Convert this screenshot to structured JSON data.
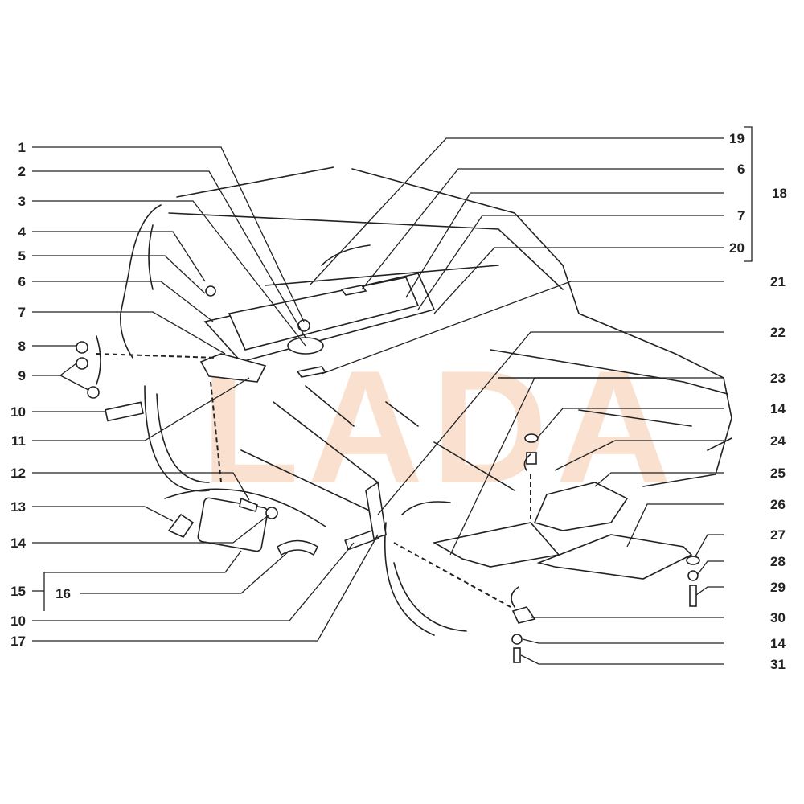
{
  "diagram": {
    "watermark": "LADA",
    "colors": {
      "watermark": "#f6c8a8",
      "ink": "#222222"
    },
    "labels_left": [
      {
        "num": "1"
      },
      {
        "num": "2"
      },
      {
        "num": "3"
      },
      {
        "num": "4"
      },
      {
        "num": "5"
      },
      {
        "num": "6"
      },
      {
        "num": "7"
      },
      {
        "num": "8"
      },
      {
        "num": "9"
      },
      {
        "num": "10"
      },
      {
        "num": "11"
      },
      {
        "num": "12"
      },
      {
        "num": "13"
      },
      {
        "num": "14"
      },
      {
        "num": "15"
      },
      {
        "num": "16"
      },
      {
        "num": "10"
      },
      {
        "num": "17"
      }
    ],
    "labels_right": [
      {
        "num": "19"
      },
      {
        "num": "6"
      },
      {
        "num": "18"
      },
      {
        "num": "7"
      },
      {
        "num": "20"
      },
      {
        "num": "21"
      },
      {
        "num": "22"
      },
      {
        "num": "23"
      },
      {
        "num": "14"
      },
      {
        "num": "24"
      },
      {
        "num": "25"
      },
      {
        "num": "26"
      },
      {
        "num": "27"
      },
      {
        "num": "28"
      },
      {
        "num": "29"
      },
      {
        "num": "30"
      },
      {
        "num": "14"
      },
      {
        "num": "31"
      }
    ]
  }
}
